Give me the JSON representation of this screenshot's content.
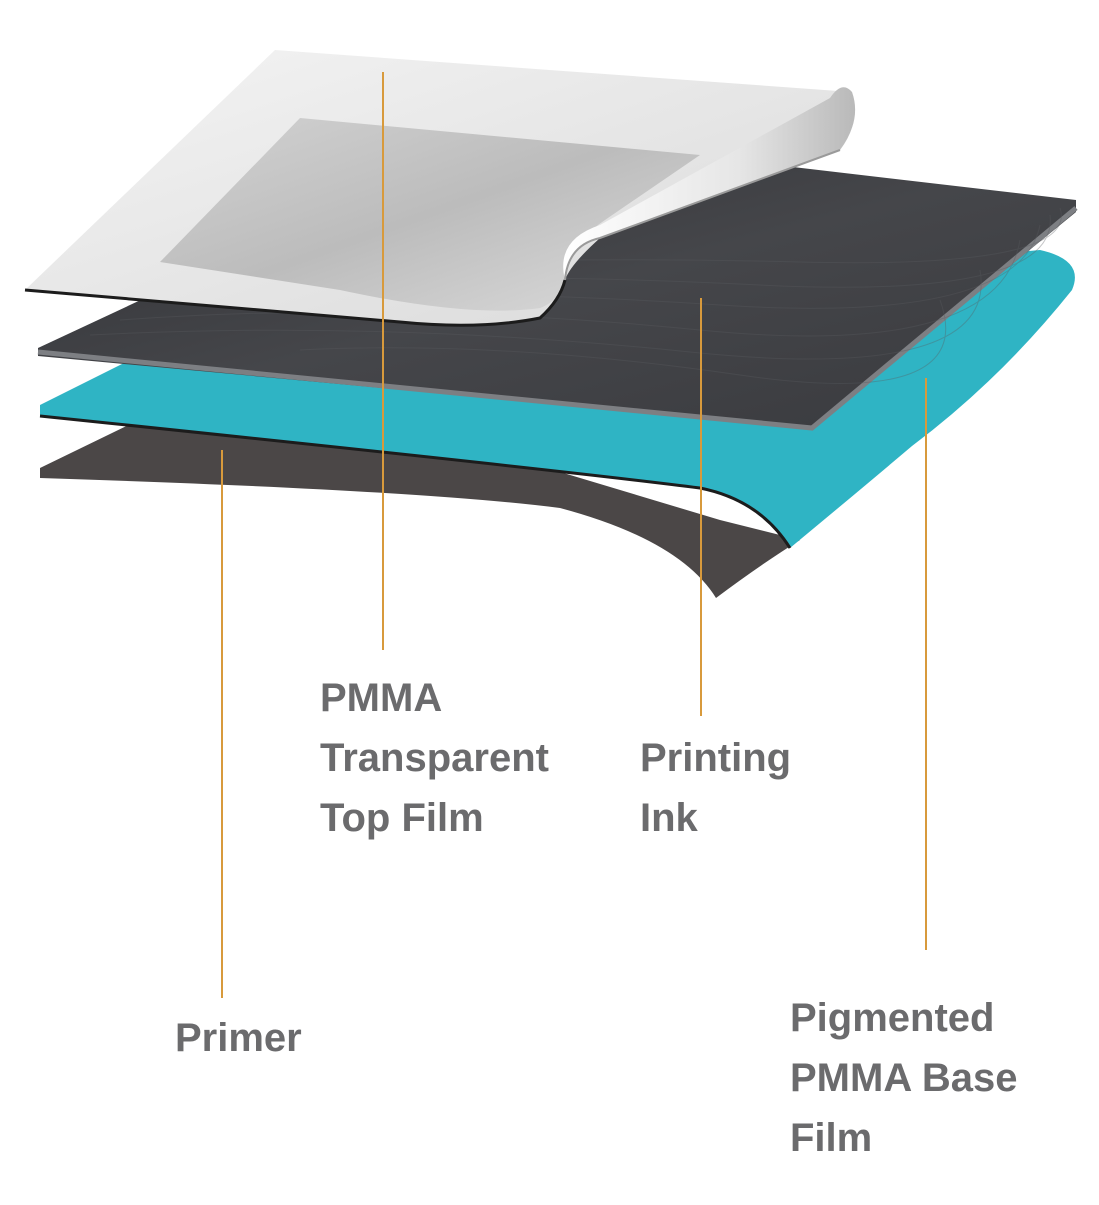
{
  "diagram": {
    "accent_color": "#d89a3c",
    "layers": [
      {
        "id": "top-film",
        "lines": [
          "PMMA",
          "Transparent",
          "Top Film"
        ],
        "fill": "#e9e9e9"
      },
      {
        "id": "printing-ink",
        "lines": [
          "Printing",
          "Ink"
        ],
        "fill": "#3b3c40"
      },
      {
        "id": "base-film",
        "lines": [
          "Pigmented",
          "PMMA Base",
          "Film"
        ],
        "fill": "#2fb4c4"
      },
      {
        "id": "primer",
        "lines": [
          "Primer"
        ],
        "fill": "#4b4747"
      }
    ]
  }
}
